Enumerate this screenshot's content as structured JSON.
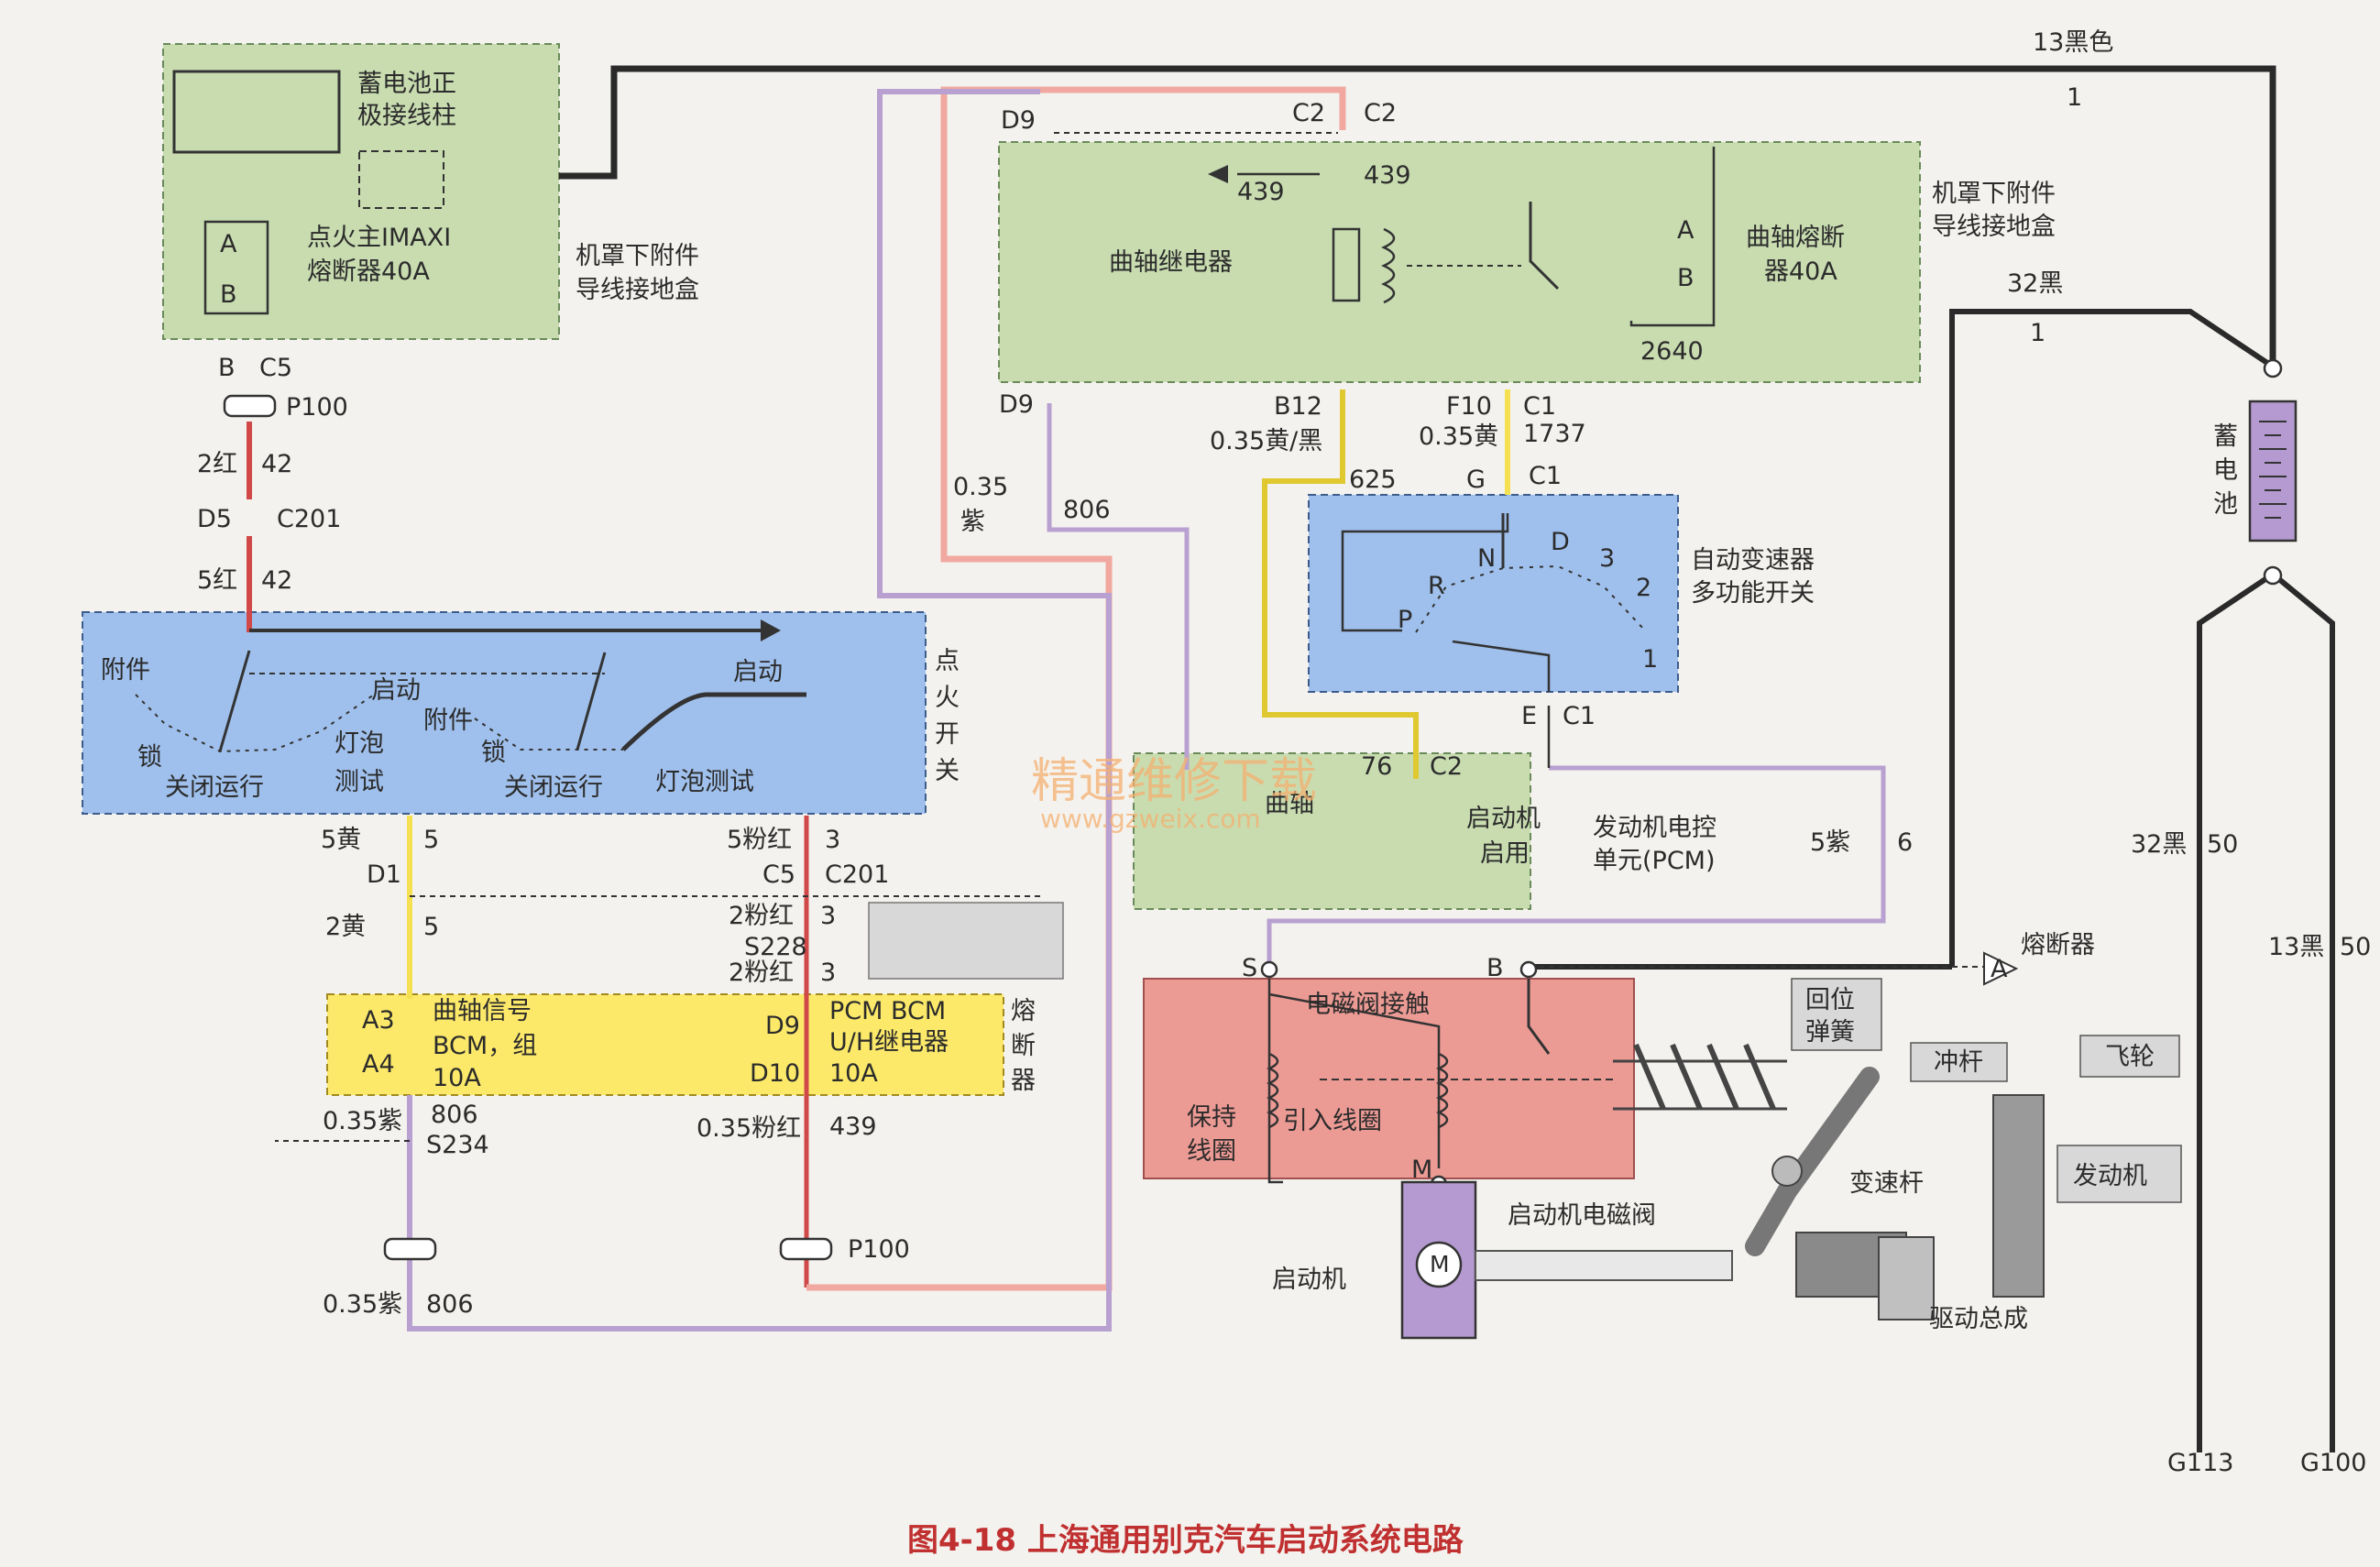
{
  "colors": {
    "green_box": "#c8dcb0",
    "blue_box": "#9fc0ec",
    "yellow_box": "#fce96a",
    "red_box": "#ec9a94",
    "gray_box": "#d8d8d8",
    "battery": "#b49ad0",
    "wire_red": "#d04848",
    "wire_pink": "#f0a8a0",
    "wire_purple": "#b8a0d0",
    "wire_yellow": "#f4e050",
    "wire_black": "#2a2a2a",
    "caption": "#c03030"
  },
  "caption": "图4-18   上海通用别克汽车启动系统电路",
  "watermark": {
    "line1": "精通维修下载",
    "line2": "www.gzweix.com"
  },
  "boxes": {
    "fuse_box_left": {
      "t1": "蓄电池正",
      "t2": "极接线柱",
      "f1": "点火主IMAXI",
      "f2": "熔断器40A",
      "pa": "A",
      "pb": "B",
      "side1": "机罩下附件",
      "side2": "导线接地盒"
    },
    "fuse_box_right": {
      "relay": "曲轴继电器",
      "fuse1": "曲轴熔断",
      "fuse2": "器40A",
      "side1": "机罩下附件",
      "side2": "导线接地盒",
      "n439a": "439",
      "n439b": "439",
      "n2640": "2640",
      "pa": "A",
      "pb": "B"
    },
    "ignition": {
      "acc1": "附件",
      "lock1": "锁",
      "off1": "关闭运行",
      "bulb1a": "灯泡",
      "bulb1b": "测试",
      "start1": "启动",
      "acc2": "附件",
      "lock2": "锁",
      "off2": "关闭运行",
      "bulb2": "灯泡测试",
      "start2": "启动",
      "side": [
        "点",
        "火",
        "开",
        "关"
      ]
    },
    "trans_switch": {
      "title1": "自动变速器",
      "title2": "多功能开关",
      "P": "P",
      "R": "R",
      "N": "N",
      "D": "D",
      "g3": "3",
      "g2": "2",
      "g1": "1"
    },
    "pcm": {
      "crank": "曲轴",
      "start1": "启动机",
      "start2": "启用",
      "side1": "发动机电控",
      "side2": "单元(PCM)"
    },
    "fuse_yellow": {
      "a3": "A3",
      "a4": "A4",
      "l1a": "曲轴信号",
      "l1b": "BCM，组",
      "l1c": "10A",
      "d9": "D9",
      "d10": "D10",
      "l2a": "PCM BCM",
      "l2b": "U/H继电器",
      "l2c": "10A",
      "side": [
        "熔",
        "断",
        "器"
      ]
    },
    "starter": {
      "solenoid_contact": "电磁阀接触",
      "hold1": "保持",
      "hold2": "线圈",
      "pull": "引入线圈",
      "S": "S",
      "B": "B",
      "M": "M",
      "motor": "M",
      "starter": "启动机",
      "solenoid": "启动机电磁阀"
    }
  },
  "labels": {
    "B_C5": [
      "B",
      "C5"
    ],
    "P100a": "P100",
    "w2red": "2红",
    "w42a": "42",
    "D5": "D5",
    "C201a": "C201",
    "w5red": "5红",
    "w42b": "42",
    "w5yellow": "5黄",
    "w5a": "5",
    "w5pink": "5粉红",
    "w3a": "3",
    "D1": "D1",
    "C5b": "C5",
    "C201b": "C201",
    "w2yellow": "2黄",
    "w5b": "5",
    "w2pinkA": "2粉红",
    "w3b": "3",
    "S228": "S228",
    "w2pinkB": "2粉红",
    "w3c": "3",
    "w035purpleA": "0.35紫",
    "w806a": "806",
    "S234": "S234",
    "w035pink": "0.35粉红",
    "w439c": "439",
    "P100b": "P100",
    "w035purpleB": "0.35紫",
    "w806b": "806",
    "D9top": "D9",
    "C2a": "C2",
    "C2b": "C2",
    "D9mid": "D9",
    "w806c": "806",
    "w035": "0.35",
    "purple": "紫",
    "B12": "B12",
    "w035yb": "0.35黄/黑",
    "w625": "625",
    "F10": "F10",
    "C1a": "C1",
    "w035y": "0.35黄",
    "w1737": "1737",
    "G": "G",
    "C1b": "C1",
    "E": "E",
    "C1c": "C1",
    "w76": "76",
    "C2c": "C2",
    "w5purple": "5紫",
    "w6": "6",
    "w13black": "13黑色",
    "w1a": "1",
    "w32black": "32黑",
    "w1b": "1",
    "battery": [
      "蓄",
      "电",
      "池"
    ],
    "w32blackB": "32黑",
    "w50a": "50",
    "w13blackB": "13黑",
    "w50b": "50",
    "G113": "G113",
    "G100": "G100",
    "fuse_ref": "熔断器",
    "A": "A",
    "spring1": "回位",
    "spring2": "弹簧",
    "plunger": "冲杆",
    "flywheel": "飞轮",
    "engine": "发动机",
    "shift": "变速杆",
    "drive": "驱动总成"
  }
}
